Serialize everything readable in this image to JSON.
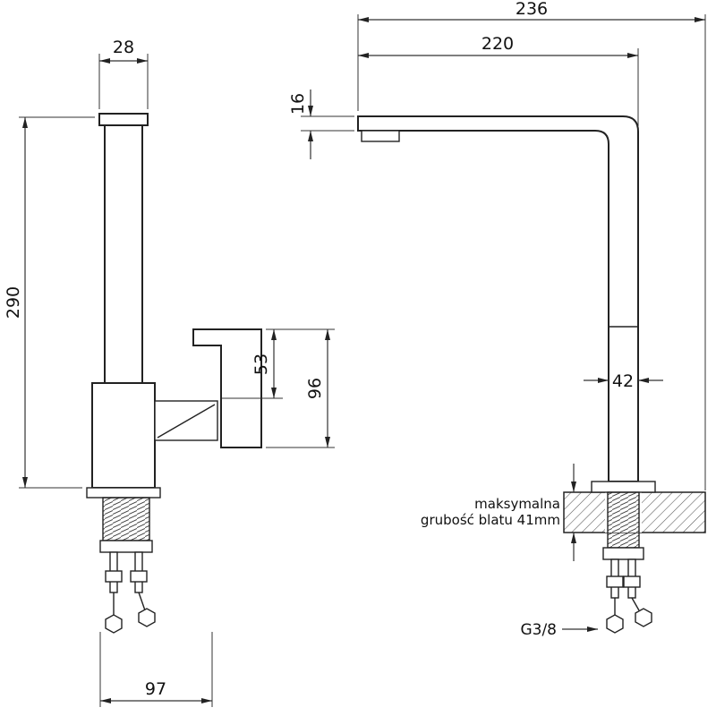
{
  "page": {
    "background": "#ffffff",
    "line_color": "#222222"
  },
  "drawing": {
    "kind": "kitchen-faucet-dimension-drawing",
    "side_view": {
      "dim_spout_width": "28",
      "dim_total_height": "290",
      "dim_handle_upper": "53",
      "dim_handle_height": "96",
      "dim_base_depth": "97"
    },
    "front_view": {
      "dim_overall_depth": "236",
      "dim_spout_reach": "220",
      "dim_spout_thickness": "16",
      "dim_body_width": "42",
      "note_countertop_line1": "maksymalna",
      "note_countertop_line2": "grubość blatu 41mm",
      "label_thread": "G3/8"
    }
  }
}
